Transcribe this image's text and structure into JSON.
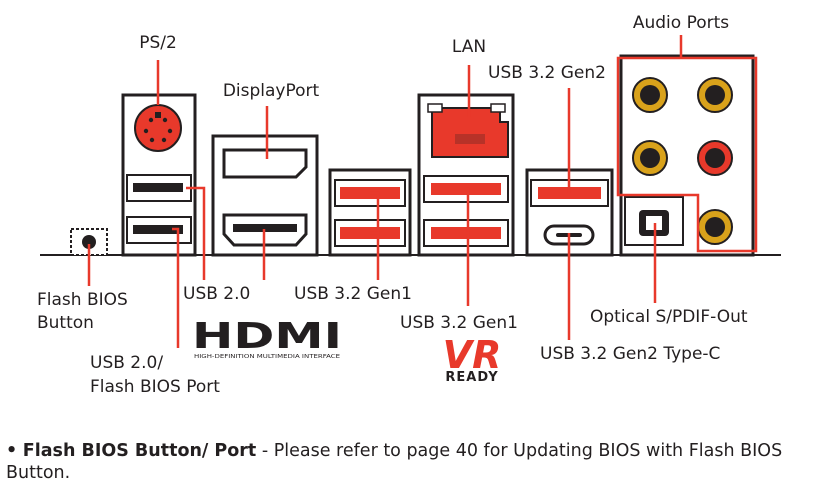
{
  "colors": {
    "accent": "#e8392b",
    "dark": "#231f20",
    "gold": "#d9a21b",
    "panel": "#ffffff"
  },
  "labels": {
    "ps2": "PS/2",
    "displayport": "DisplayPort",
    "lan": "LAN",
    "usb_gen2": "USB 3.2 Gen2",
    "audio_ports": "Audio Ports",
    "flash_bios_button": [
      "Flash BIOS",
      "Button"
    ],
    "usb20": "USB 2.0",
    "usb_gen1_left": "USB 3.2 Gen1",
    "usb_gen1_center": "USB 3.2 Gen1",
    "usb20_flash": [
      "USB 2.0/",
      "Flash BIOS Port"
    ],
    "optical": "Optical S/PDIF-Out",
    "usb_typec": "USB 3.2 Gen2 Type-C"
  },
  "logos": {
    "hdmi": "HDMI",
    "hdmi_tagline": "HIGH-DEFINITION MULTIMEDIA INTERFACE",
    "vr": "VR",
    "vr_ready": "READY"
  },
  "note": {
    "title": "Flash BIOS Button/ Port",
    "text": " - Please refer to page 40 for Updating BIOS with Flash BIOS Button."
  }
}
